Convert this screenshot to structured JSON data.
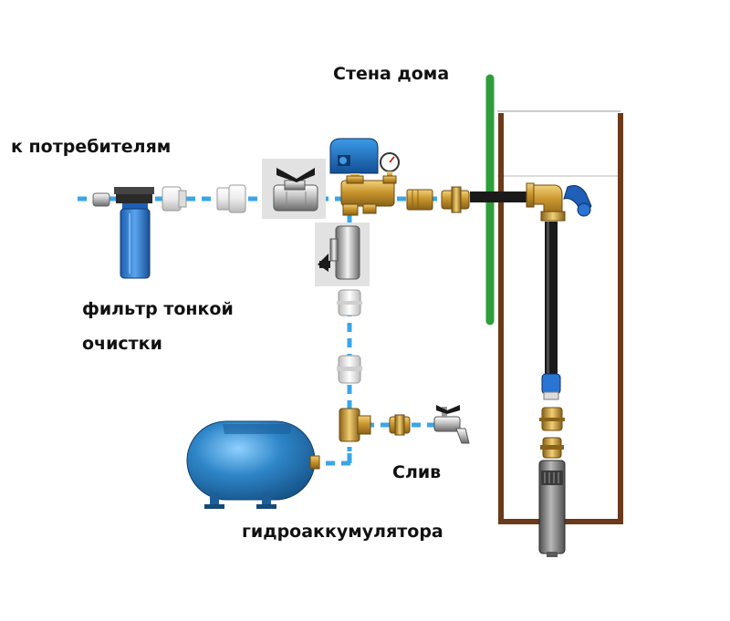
{
  "labels": {
    "wall": "Стена дома",
    "consumers": "к потребителям",
    "filter_line1": "фильтр тонкой",
    "filter_line2": "очистки",
    "drain": "Слив",
    "accumulator": "гидроаккумулятора"
  },
  "colors": {
    "water_line": "#3aa6e8",
    "wall": "#2e9e3a",
    "well_casing": "#6b3a1a",
    "brass": "#c9962e",
    "tank_blue": "#2f86c8",
    "pressure_pipe": "#1a1a1a",
    "pump_body": "#7a7a7a"
  }
}
